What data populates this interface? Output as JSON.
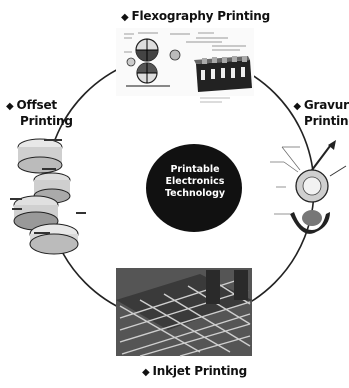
{
  "center": {
    "lines": [
      "Printable",
      "Electronics",
      "Technology"
    ]
  },
  "methods": [
    {
      "label": "Flexography Printing"
    },
    {
      "label_line1": "Offset",
      "label_line2": "Printing"
    },
    {
      "label_line1": "Gravure",
      "label_line2": "Printing"
    },
    {
      "label": "Inkjet Printing"
    }
  ],
  "bullet": "◆",
  "colors": {
    "circle": "#111111",
    "ring": "#222222",
    "center_text": "#ffffff"
  }
}
